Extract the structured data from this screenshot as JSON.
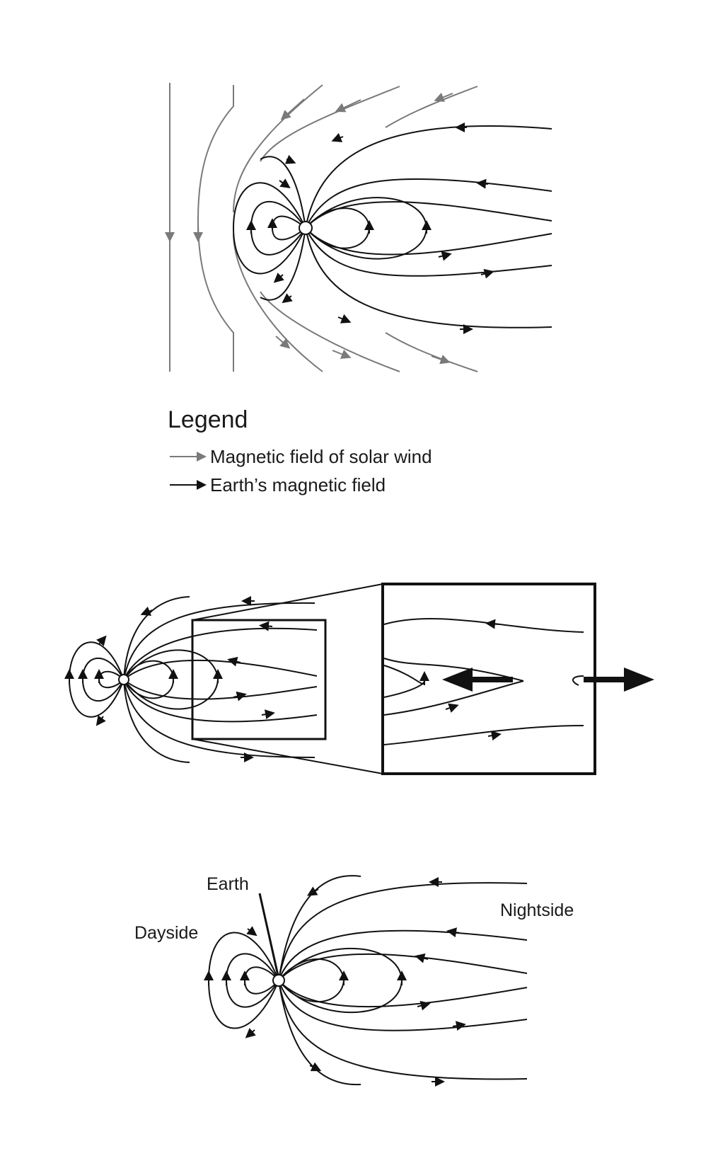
{
  "legend": {
    "title": "Legend",
    "items": [
      {
        "label": "Magnetic field of solar wind",
        "color": "#7a7a7a"
      },
      {
        "label": "Earth’s magnetic field",
        "color": "#111111"
      }
    ]
  },
  "annotations": {
    "earth": "Earth",
    "dayside": "Dayside",
    "nightside": "Nightside"
  },
  "colors": {
    "solar_wind_field": "#7a7a7a",
    "earth_field": "#111111",
    "earth_fill": "#ffffff"
  }
}
